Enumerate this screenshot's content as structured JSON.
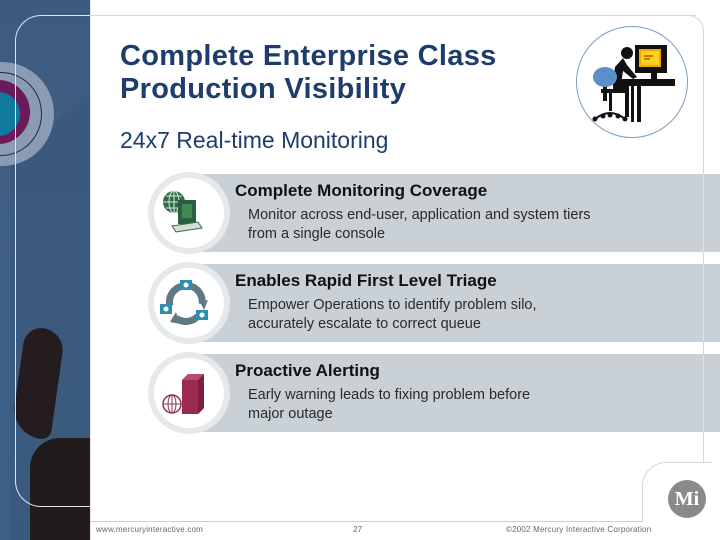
{
  "slide": {
    "title_line1": "Complete Enterprise Class",
    "title_line2": "Production Visibility",
    "subtitle": "24x7 Real-time Monitoring",
    "hero_icon": "person-at-computer-icon"
  },
  "features": [
    {
      "heading": "Complete Monitoring Coverage",
      "description_line1": "Monitor across end-user, application and system tiers",
      "description_line2": "from a single console",
      "icon": "globe-computer-icon",
      "icon_color": "#2f6b45"
    },
    {
      "heading": "Enables Rapid First Level Triage",
      "description_line1": "Empower Operations to identify problem silo,",
      "description_line2": "accurately escalate to correct queue",
      "icon": "cycle-arrows-icon",
      "icon_color": "#5f7884"
    },
    {
      "heading": "Proactive Alerting",
      "description_line1": "Early warning leads to fixing problem before",
      "description_line2": "major outage",
      "icon": "server-globe-icon",
      "icon_color": "#9a2a4f"
    }
  ],
  "footer": {
    "website": "www.mercuryinteractive.com",
    "page_number": "27",
    "copyright": "©2002 Mercury Interactive Corporation",
    "logo_text": "Mi"
  },
  "colors": {
    "title": "#1f3d6b",
    "feature_band": "#c9d1d6",
    "left_panel": "#3f6088"
  }
}
